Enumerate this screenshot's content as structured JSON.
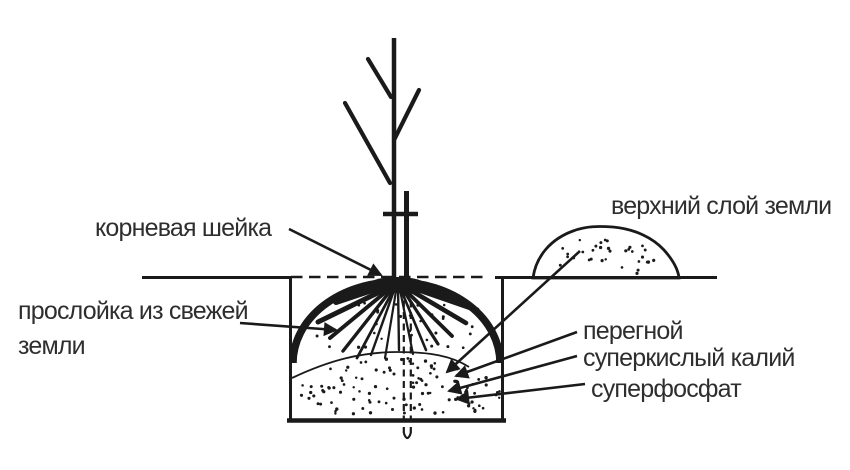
{
  "diagram": {
    "labels": {
      "root_collar": "корневая шейка",
      "top_soil_layer": "верхний слой земли",
      "fresh_soil_layer": "прослойка из свежей земли",
      "humus": "перегной",
      "potassium": "суперкислый калий",
      "superphosphate": "суперфосфат"
    },
    "colors": {
      "ink": "#1a1a1a",
      "text": "#2e2e2e",
      "background": "#ffffff"
    }
  }
}
